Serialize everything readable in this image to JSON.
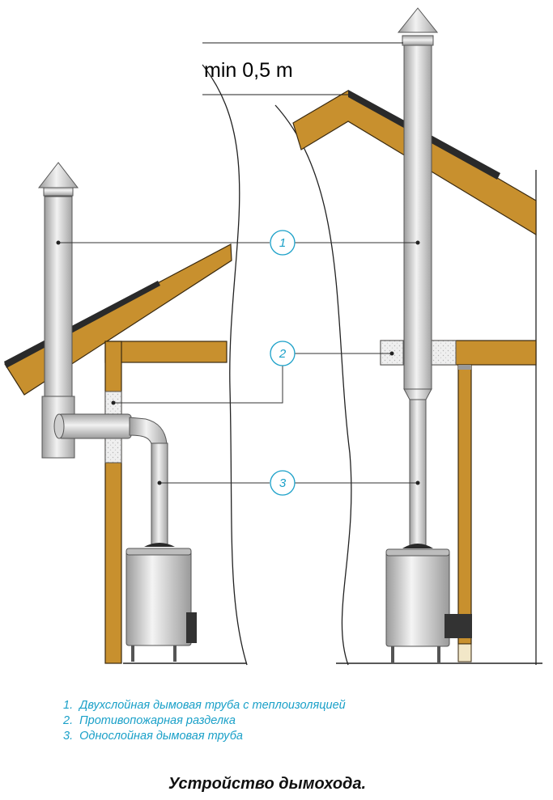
{
  "min_label": "min 0,5 m",
  "callouts": [
    "1",
    "2",
    "3"
  ],
  "legend": [
    {
      "num": "1.",
      "text": "Двухслойная дымовая труба с теплоизоляцией"
    },
    {
      "num": "2.",
      "text": "Противопожарная разделка"
    },
    {
      "num": "3.",
      "text": "Однослойная дымовая труба"
    }
  ],
  "caption": "Устройство дымохода.",
  "colors": {
    "callout": "#1aa0c8",
    "wood": "#c8902e",
    "pipe": "#d6d6d6",
    "insulation": "#ececec"
  }
}
